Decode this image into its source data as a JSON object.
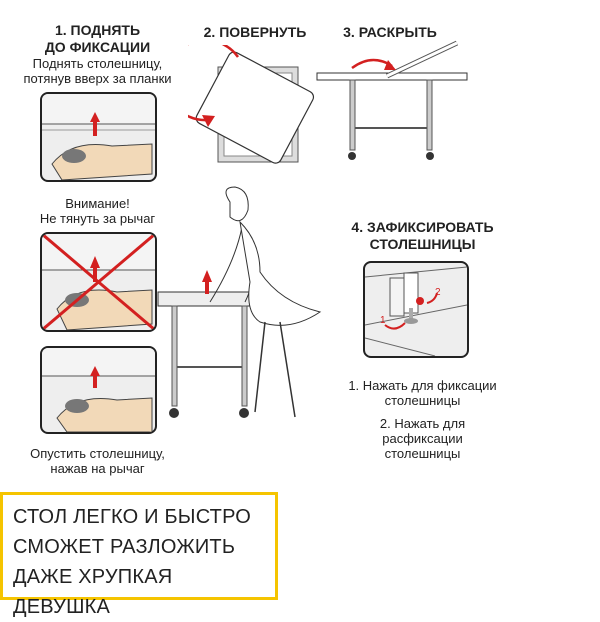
{
  "step1": {
    "title_line1": "1. ПОДНЯТЬ",
    "title_line2": "ДО ФИКСАЦИИ",
    "desc_line1": "Поднять столешницу,",
    "desc_line2": "потянув вверх за планки",
    "warning_line1": "Внимание!",
    "warning_line2": "Не тянуть за рычаг",
    "lower_line1": "Опустить столешницу,",
    "lower_line2": "нажав на рычаг"
  },
  "step2": {
    "title": "2. ПОВЕРНУТЬ"
  },
  "step3": {
    "title": "3. РАСКРЫТЬ"
  },
  "step4": {
    "title_line1": "4. ЗАФИКСИРОВАТЬ",
    "title_line2": "СТОЛЕШНИЦЫ",
    "note1_line1": "1. Нажать для фиксации",
    "note1_line2": "столешницы",
    "note2_line1": "2. Нажать для",
    "note2_line2": "расфиксации",
    "note2_line3": "столешницы",
    "callout1": "1",
    "callout2": "2"
  },
  "promo": {
    "line1": "СТОЛ ЛЕГКО И БЫСТРО",
    "line2": "СМОЖЕТ РАЗЛОЖИТЬ",
    "line3": "ДАЖЕ ХРУПКАЯ ДЕВУШКА"
  },
  "colors": {
    "accent": "#d32020",
    "border": "#f5c400"
  }
}
